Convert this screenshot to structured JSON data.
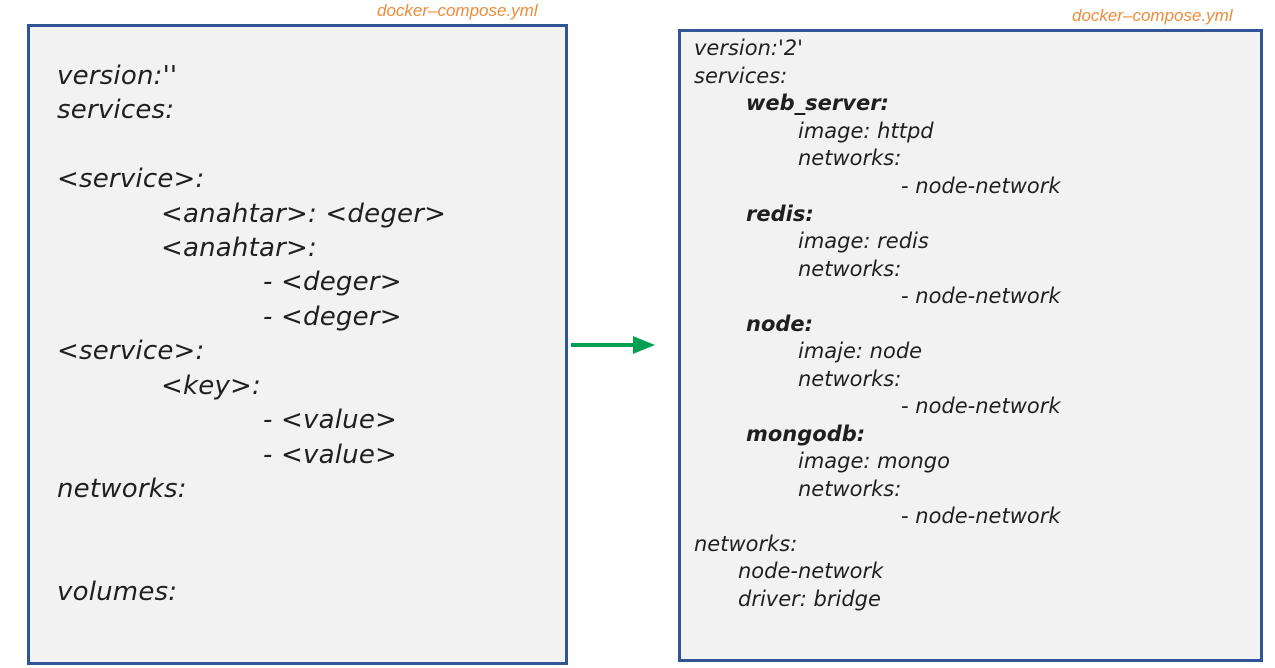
{
  "left_panel": {
    "caption": "docker–compose.yml",
    "lines": [
      "version:''",
      "services:",
      "<service>:",
      "<anahtar>: <deger>",
      "<anahtar>:",
      "- <deger>",
      "- <deger>",
      "<service>:",
      "<key>:",
      "- <value>",
      "- <value>",
      "networks:",
      "volumes:"
    ]
  },
  "right_panel": {
    "caption": "docker–compose.yml",
    "lines": [
      "version:'2'",
      "services:",
      "web_server:",
      "image: httpd",
      "networks:",
      "- node-network",
      "redis:",
      "image: redis",
      "networks:",
      "- node-network",
      "node:",
      "imaje: node",
      "networks:",
      "- node-network",
      "mongodb:",
      "image: mongo",
      "networks:",
      "- node-network",
      "networks:",
      "node-network",
      "driver: bridge"
    ]
  },
  "colors": {
    "panel_border": "#2f5596",
    "panel_fill": "#f2f2f2",
    "caption": "#ec8d3a",
    "arrow": "#00a050"
  }
}
